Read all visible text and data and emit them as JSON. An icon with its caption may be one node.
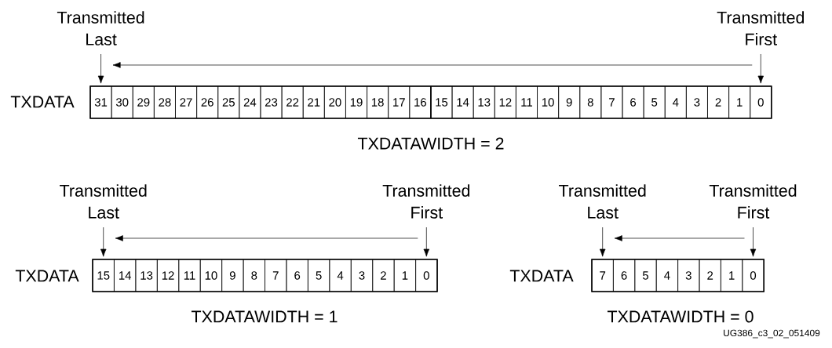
{
  "diagram": {
    "nodes": [
      {
        "text": [
          "Transmitted Last"
        ]
      },
      {
        "text": [
          "Transmitted First"
        ]
      },
      {
        "text": [
          "31"
        ]
      },
      {
        "text": [
          "30"
        ]
      },
      {
        "text": [
          "29"
        ]
      },
      {
        "text": [
          "28"
        ]
      },
      {
        "text": [
          "27"
        ]
      },
      {
        "text": [
          "26"
        ]
      },
      {
        "text": [
          "25"
        ]
      },
      {
        "text": [
          "24"
        ]
      },
      {
        "text": [
          "23"
        ]
      },
      {
        "text": [
          "22"
        ]
      },
      {
        "text": [
          "21"
        ]
      },
      {
        "text": [
          "20"
        ]
      },
      {
        "text": [
          "19"
        ]
      },
      {
        "text": [
          "18"
        ]
      },
      {
        "text": [
          "17"
        ]
      },
      {
        "text": [
          "16"
        ]
      },
      {
        "text": [
          "15"
        ]
      },
      {
        "text": [
          "14"
        ]
      },
      {
        "text": [
          "13"
        ]
      },
      {
        "text": [
          "12"
        ]
      },
      {
        "text": [
          "11"
        ]
      },
      {
        "text": [
          "10"
        ]
      },
      {
        "text": [
          "9"
        ]
      },
      {
        "text": [
          "8"
        ]
      },
      {
        "text": [
          "7"
        ]
      },
      {
        "text": [
          "6"
        ]
      },
      {
        "text": [
          "5"
        ]
      },
      {
        "text": [
          "4"
        ]
      },
      {
        "text": [
          "3"
        ]
      },
      {
        "text": [
          "2"
        ]
      },
      {
        "text": [
          "1"
        ]
      },
      {
        "text": [
          "0"
        ]
      },
      {
        "text": [
          "Transmitted Last"
        ]
      },
      {
        "text": [
          "Transmitted First"
        ]
      },
      {
        "text": [
          "15"
        ]
      },
      {
        "text": [
          "14"
        ]
      },
      {
        "text": [
          "13"
        ]
      },
      {
        "text": [
          "12"
        ]
      },
      {
        "text": [
          "11"
        ]
      },
      {
        "text": [
          "10"
        ]
      },
      {
        "text": [
          "9"
        ]
      },
      {
        "text": [
          "8"
        ]
      },
      {
        "text": [
          "7"
        ]
      },
      {
        "text": [
          "6"
        ]
      },
      {
        "text": [
          "5"
        ]
      },
      {
        "text": [
          "4"
        ]
      },
      {
        "text": [
          "3"
        ]
      },
      {
        "text": [
          "2"
        ]
      },
      {
        "text": [
          "1"
        ]
      },
      {
        "text": [
          "0"
        ]
      },
      {
        "text": [
          "Transmitted Last"
        ]
      },
      {
        "text": [
          "Transmitted First"
        ]
      },
      {
        "text": [
          "7"
        ]
      },
      {
        "text": [
          "6"
        ]
      },
      {
        "text": [
          "5"
        ]
      },
      {
        "text": [
          "4"
        ]
      },
      {
        "text": [
          "3"
        ]
      },
      {
        "text": [
          "2"
        ]
      },
      {
        "text": [
          "1"
        ]
      },
      {
        "text": [
          "0"
        ]
      }
    ],
    "edges": [
      {
        "from": 0,
        "to": 2,
        "arrow": "to"
      },
      {
        "from": 1,
        "to": 33,
        "arrow": "to"
      },
      {
        "from": 34,
        "to": 36,
        "arrow": "to"
      },
      {
        "from": 35,
        "to": 51,
        "arrow": "to"
      },
      {
        "from": 52,
        "to": 54,
        "arrow": "to"
      },
      {
        "from": 53,
        "to": 61,
        "arrow": "to"
      }
    ],
    "labels": [
      "TXDATA",
      "TXDATAWIDTH = 2",
      "TXDATA",
      "TXDATAWIDTH = 1",
      "TXDATA",
      "TXDATAWIDTH = 0",
      "UG386_c3_02_051409"
    ]
  }
}
